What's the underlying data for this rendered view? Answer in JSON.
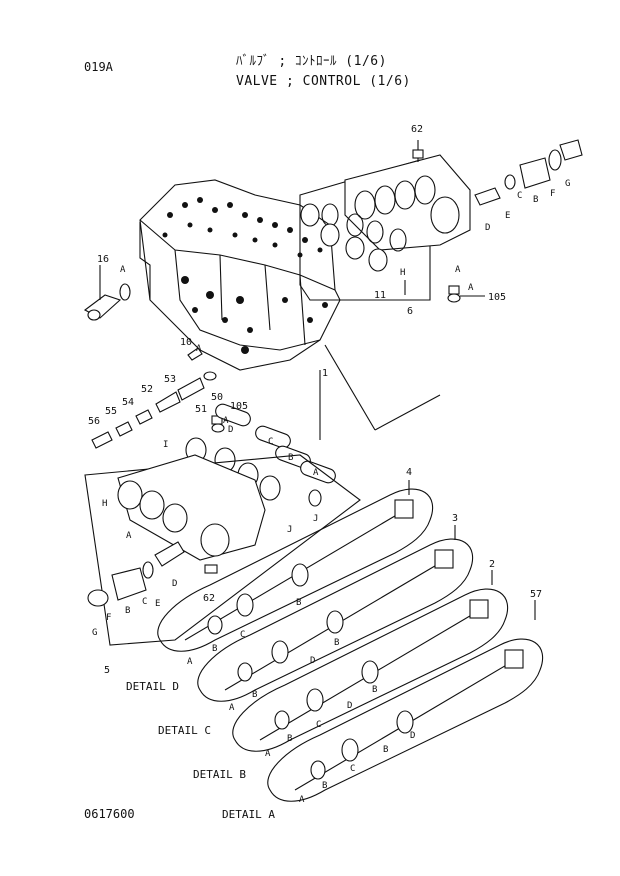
{
  "header": {
    "page_code": "019A",
    "title_jp": "ﾊﾞﾙﾌﾞ ; ｺﾝﾄﾛｰﾙ (1/6)",
    "title_en": "VALVE ; CONTROL (1/6)"
  },
  "footer": {
    "drawing_number": "0617600"
  },
  "callouts": {
    "n62_top": "62",
    "n62_bot": "62",
    "n105_top": "105",
    "n105_mid": "105",
    "n16": "16",
    "n10": "10",
    "n1": "1",
    "n6": "6",
    "n5": "5",
    "n11": "11",
    "n50": "50",
    "n51": "51",
    "n52": "52",
    "n53": "53",
    "n54": "54",
    "n55": "55",
    "n56": "56",
    "n4": "4",
    "n3": "3",
    "n2": "2",
    "n57": "57"
  },
  "letters": {
    "A": "A",
    "B": "B",
    "C": "C",
    "D": "D",
    "E": "E",
    "F": "F",
    "G": "G",
    "H": "H",
    "I": "I",
    "J": "J"
  },
  "details": {
    "detail_d": "DETAIL D",
    "detail_c": "DETAIL C",
    "detail_b": "DETAIL B",
    "detail_a": "DETAIL A"
  }
}
